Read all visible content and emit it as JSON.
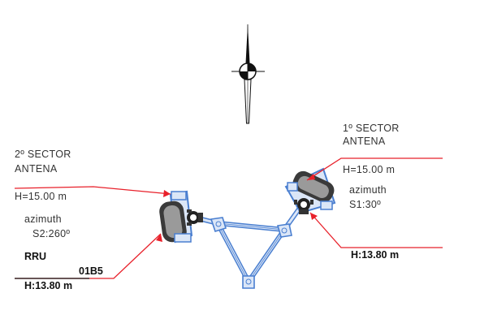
{
  "sector1": {
    "title_line1": "1º SECTOR",
    "title_line2": "ANTENA",
    "height": "H=15.00 m",
    "azimuth_label": "azimuth",
    "azimuth_value": "S1:30º",
    "rru_height": "H:13.80 m"
  },
  "sector2": {
    "title_line1": "2º SECTOR",
    "title_line2": "ANTENA",
    "height": "H=15.00 m",
    "azimuth_label": "azimuth",
    "azimuth_value": "S2:260º",
    "rru_label": "RRU",
    "rru_code": "01B5",
    "rru_height": "H:13.80 m"
  },
  "colors": {
    "leader": "#e8202a",
    "structure": "#4a7fd0",
    "structure_fill": "#dbe6f7",
    "antenna_body": "#3a3a3a",
    "antenna_face": "#9a9a9a",
    "line": "#111111"
  },
  "icons": {
    "north_arrow": "north-arrow-icon"
  }
}
